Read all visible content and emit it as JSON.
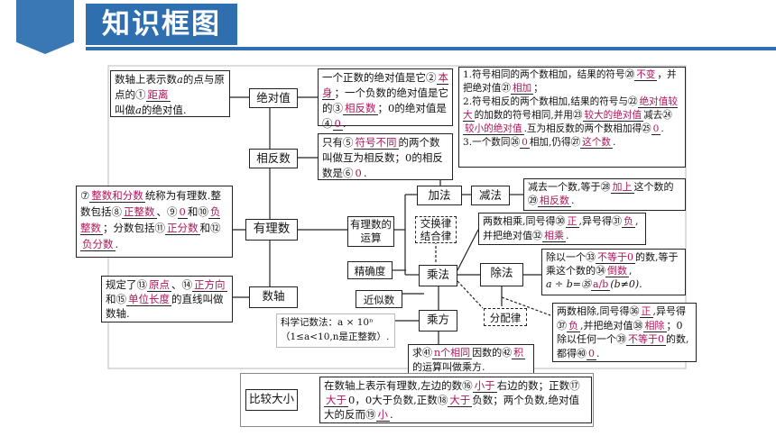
{
  "title": "知识框图",
  "nodes": {
    "abs": "绝对值",
    "opp": "相反数",
    "rational": "有理数",
    "numline": "数轴",
    "ops": "有理数的运算",
    "add": "加法",
    "sub": "减法",
    "commut": "交换律",
    "assoc": "结合律",
    "mul": "乘法",
    "div": "除法",
    "acc": "精确度",
    "approx": "近似数",
    "power": "乘方",
    "distrib": "分配律",
    "compare": "比较大小"
  },
  "texts": {
    "def_abs": [
      "数轴上表示数",
      "a",
      "的点与原点的①",
      "距离",
      "叫做",
      "a",
      "的绝对值."
    ],
    "abs_rule": [
      "一个正数的绝对值是它②",
      "本身",
      "；一个负数的绝对值是它的③",
      "相反数",
      "；0的绝对值是④",
      "0",
      "."
    ],
    "opp_rule": [
      "只有⑤",
      "符号不同",
      "的两个数叫做互为相反数；0的相反数是⑥",
      "0",
      "."
    ],
    "add_rule": [
      "1.符号相同的两个数相加，结果的符号⑳",
      "不变",
      "，并把绝对值㉑",
      "相加",
      "；",
      "2.符号相反的两个数相加,结果的符号与㉒",
      "绝对值较大",
      "的加数的符号相同,并用㉓",
      "较大的绝对值",
      "减去㉔",
      "较小的绝对值",
      ".互为相反数的两个数相加得㉕",
      "0",
      ".",
      "3.一个数同㉖",
      "0",
      "相加,仍得㉗",
      "这个数",
      "."
    ],
    "sub_rule": [
      "减去一个数,等于㉘",
      "加上",
      "这个数的㉙",
      "相反数",
      "."
    ],
    "rational_rule": [
      "⑦",
      "整数和分数",
      "统称为有理数.整数包括⑧",
      "正整数",
      "、⑨",
      "0",
      "和⑩",
      "负整数",
      "；分数包括⑪",
      "正分数",
      "和⑫",
      "负分数",
      "."
    ],
    "numline_rule": [
      "规定了⑬",
      "原点",
      "、⑭",
      "正方向",
      "和⑮",
      "单位长度",
      "的直线叫做数轴."
    ],
    "mul_rule": [
      "两数相乘,同号得㉚",
      "正",
      ",异号得㉛",
      "负",
      ",并把绝对值㉜",
      "相乘",
      "."
    ],
    "div_rule1": [
      "除以一个㉝",
      "不等于0",
      "的数,等于乘这个数的㉞",
      "倒数",
      ",",
      "a ÷ b=㉟",
      "a/b",
      "(b≠0)."
    ],
    "div_rule2": [
      "两数相除,同号得㊱",
      "正",
      ",异号得㊲",
      "负",
      ",并把绝对值㊳",
      "相除",
      "；0除以任何一个㊴",
      "不等于0",
      "的数,都得㊵",
      "0",
      "."
    ],
    "sci": [
      "科学记数法：a × 10ⁿ",
      "（1≤a<10,n是正整数）."
    ],
    "power_rule": [
      "求㊶",
      "n个相同",
      "因数的㊷",
      "积",
      "的运算叫做乘方."
    ],
    "compare_rule": [
      "在数轴上表示有理数,左边的数⑯",
      "小于",
      "右边的数；正数⑰",
      "大于",
      "0，0大于负数,正数⑱",
      "大于",
      "负数；两个负数,绝对值大的反而⑲",
      "小",
      "."
    ]
  },
  "colors": {
    "accent": "#2f6fb0",
    "fill": "#b0155a"
  }
}
